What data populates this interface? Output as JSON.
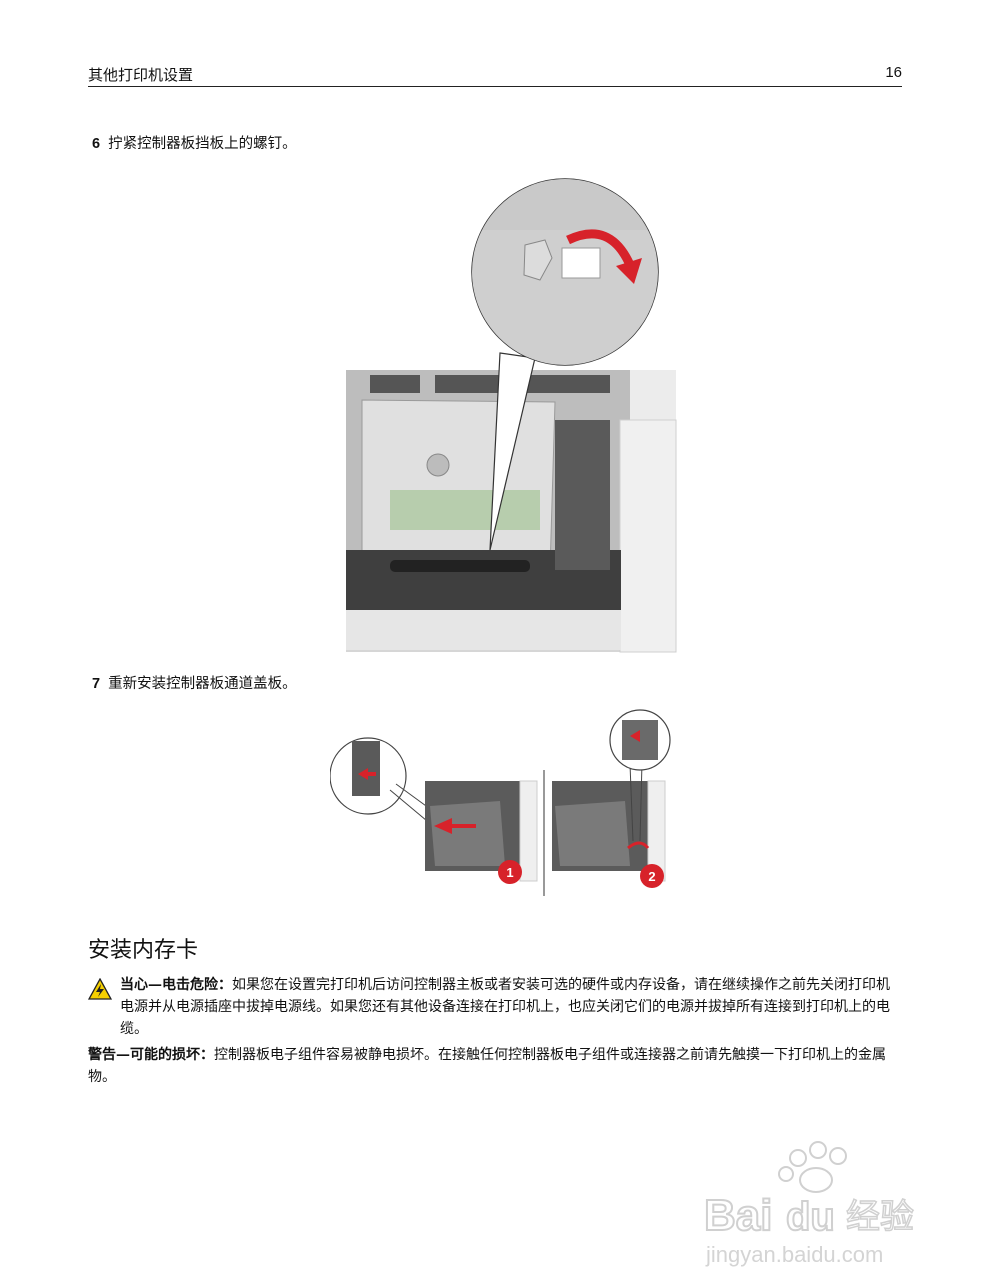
{
  "header": {
    "title": "其他打印机设置",
    "page_number": "16"
  },
  "steps": [
    {
      "number": "6",
      "text": "拧紧控制器板挡板上的螺钉。"
    },
    {
      "number": "7",
      "text": "重新安装控制器板通道盖板。"
    }
  ],
  "figure_callouts": [
    "1",
    "2"
  ],
  "section_title": "安装内存卡",
  "caution": {
    "label": "当心—电击危险：",
    "text": "如果您在设置完打印机后访问控制器主板或者安装可选的硬件或内存设备，请在继续操作之前先关闭打印机电源并从电源插座中拔掉电源线。如果您还有其他设备连接在打印机上，也应关闭它们的电源并拔掉所有连接到打印机上的电缆。",
    "icon": "electric-shock-warning-icon"
  },
  "warning": {
    "label": "警告—可能的损坏：",
    "text": "控制器板电子组件容易被静电损坏。在接触任何控制器板电子组件或连接器之前请先触摸一下打印机上的金属物。"
  },
  "watermark": {
    "brand": "Bai",
    "brand2": "du",
    "cn": "经验",
    "url": "jingyan.baidu.com"
  },
  "colors": {
    "accent_red": "#d7222a",
    "warning_yellow": "#f5d000",
    "printer_gray": "#bfbfbf"
  }
}
